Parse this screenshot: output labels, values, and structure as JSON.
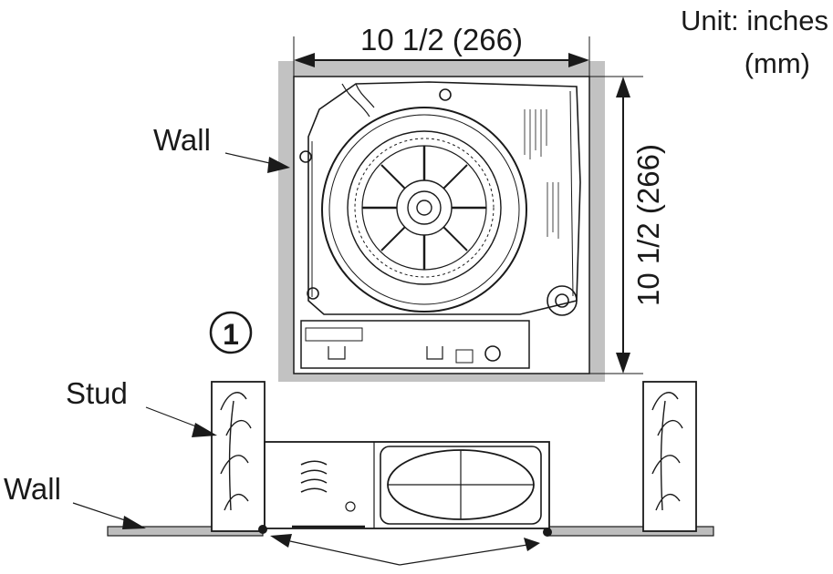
{
  "labels": {
    "unit_line1": "Unit: inches",
    "unit_line2": "(mm)",
    "width_dim": "10 1/2 (266)",
    "height_dim": "10 1/2 (266)",
    "wall_top": "Wall",
    "stud": "Stud",
    "wall_bottom": "Wall",
    "step_number": "1"
  },
  "colors": {
    "ink": "#1a1a1a",
    "wall_gray": "#bdbdbd",
    "panel_gray": "#c8c8c8"
  }
}
